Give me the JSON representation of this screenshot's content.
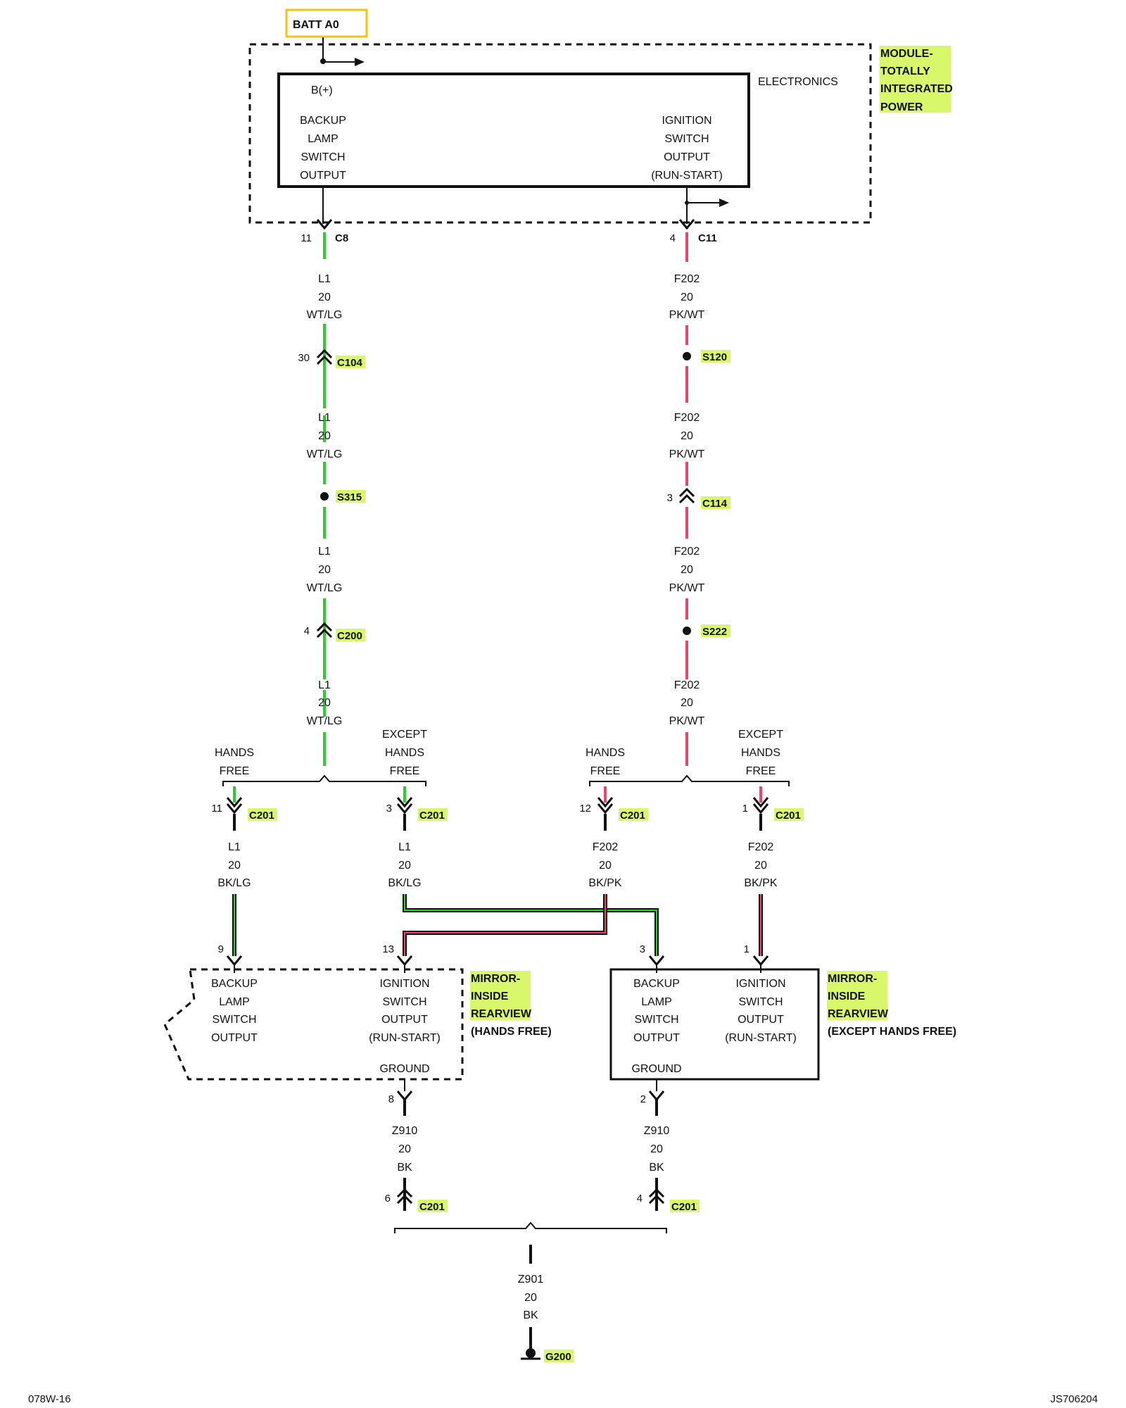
{
  "batt_label": "BATT A0",
  "pdm": {
    "title_lines": [
      "MODULE-",
      "TOTALLY",
      "INTEGRATED",
      "POWER"
    ],
    "electronics": "ELECTRONICS",
    "bplus": "B(+)",
    "backup_output": [
      "BACKUP",
      "LAMP",
      "SWITCH",
      "OUTPUT"
    ],
    "ignition_output": [
      "IGNITION",
      "SWITCH",
      "OUTPUT",
      "(RUN-START)"
    ]
  },
  "left_connectors": [
    {
      "pin": "11",
      "name": "C8"
    },
    {
      "pin": "30",
      "name": "C104"
    },
    {
      "splice": "S315"
    },
    {
      "pin": "4",
      "name": "C200"
    }
  ],
  "right_connectors": [
    {
      "pin": "4",
      "name": "C11"
    },
    {
      "splice": "S120"
    },
    {
      "pin": "3",
      "name": "C114"
    },
    {
      "splice": "S222"
    }
  ],
  "wire_labels": {
    "l1_wt_lg": [
      "L1",
      "20",
      "WT/LG"
    ],
    "f202_pk_wt": [
      "F202",
      "20",
      "PK/WT"
    ],
    "l1_bk_lg": [
      "L1",
      "20",
      "BK/LG"
    ],
    "f202_bk_pk": [
      "F202",
      "20",
      "BK/PK"
    ],
    "z910_bk": [
      "Z910",
      "20",
      "BK"
    ],
    "z901_bk": [
      "Z901",
      "20",
      "BK"
    ]
  },
  "options": {
    "hands_free": [
      "HANDS",
      "FREE"
    ],
    "except_hands_free": [
      "EXCEPT",
      "HANDS",
      "FREE"
    ]
  },
  "c201_pins": {
    "p11": "11",
    "p3": "3",
    "p12": "12",
    "p1": "1",
    "name": "C201"
  },
  "mirror_pins": {
    "p9": "9",
    "p13": "13",
    "p3": "3",
    "p1": "1",
    "p8": "8",
    "p2": "2"
  },
  "ground_c201_pins": {
    "p6": "6",
    "p4": "4",
    "name": "C201"
  },
  "mirror_hf": {
    "title_lines": [
      "MIRROR-",
      "INSIDE",
      "REARVIEW",
      "(HANDS FREE)"
    ],
    "backup": [
      "BACKUP",
      "LAMP",
      "SWITCH",
      "OUTPUT"
    ],
    "ignition": [
      "IGNITION",
      "SWITCH",
      "OUTPUT",
      "(RUN-START)"
    ],
    "ground": "GROUND"
  },
  "mirror_ehf": {
    "title_lines": [
      "MIRROR-",
      "INSIDE",
      "REARVIEW",
      "(EXCEPT HANDS FREE)"
    ],
    "backup": [
      "BACKUP",
      "LAMP",
      "SWITCH",
      "OUTPUT"
    ],
    "ignition": [
      "IGNITION",
      "SWITCH",
      "OUTPUT",
      "(RUN-START)"
    ],
    "ground": "GROUND"
  },
  "ground_name": "G200",
  "footer_left": "078W-16",
  "footer_right": "JS706204",
  "colors": {
    "wt_lg": "#2ecc2e",
    "pk_wt": "#e8456b",
    "highlight": "#d8f76a",
    "batt_border": "#f2c21a"
  }
}
